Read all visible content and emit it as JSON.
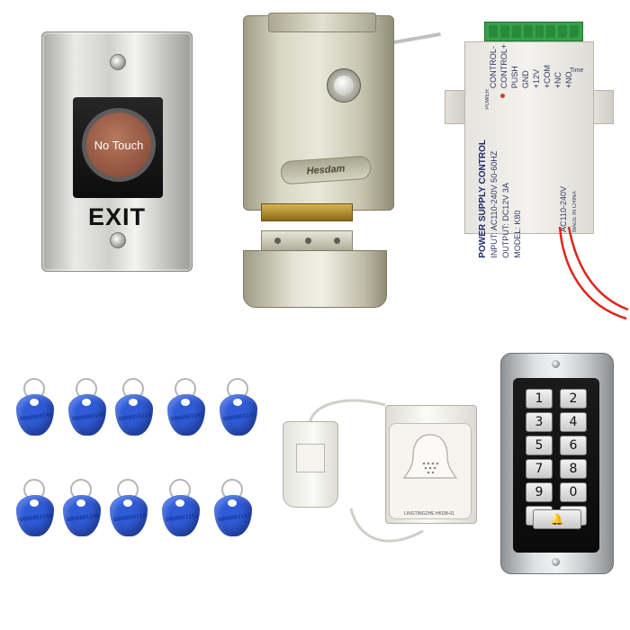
{
  "exit_button": {
    "sensor_label": "No Touch",
    "label": "EXIT"
  },
  "lock": {
    "brand": "Hesdam"
  },
  "power_supply": {
    "title": "POWER SUPPLY CONTROL",
    "input": "INPUT: AC110-240V 50-60HZ",
    "output": "OUTPUT: DC12V 3A",
    "model": "MODEL: K80",
    "ac": "AC110-240V",
    "made": "MADE IN CHINA",
    "power": "POWER",
    "terminals": [
      "CONTROL-",
      "CONTROL+",
      "PUSH",
      "GND",
      "+12V",
      "+COM",
      "+NC",
      "+NO"
    ],
    "time": "Time"
  },
  "tags": [
    "0000800140",
    "0000800148",
    "0000856116",
    "0000801142",
    "0000801147",
    "0000801140",
    "0000801148",
    "0000856116",
    "0000801142",
    "0000801147"
  ],
  "doorbell": {
    "label": "LINGTINGZHE HKDB-01"
  },
  "keypad": {
    "keys": [
      "1",
      "2",
      "3",
      "4",
      "5",
      "6",
      "7",
      "8",
      "9",
      "0",
      "✱",
      "#"
    ],
    "bell_key": "🔔"
  }
}
